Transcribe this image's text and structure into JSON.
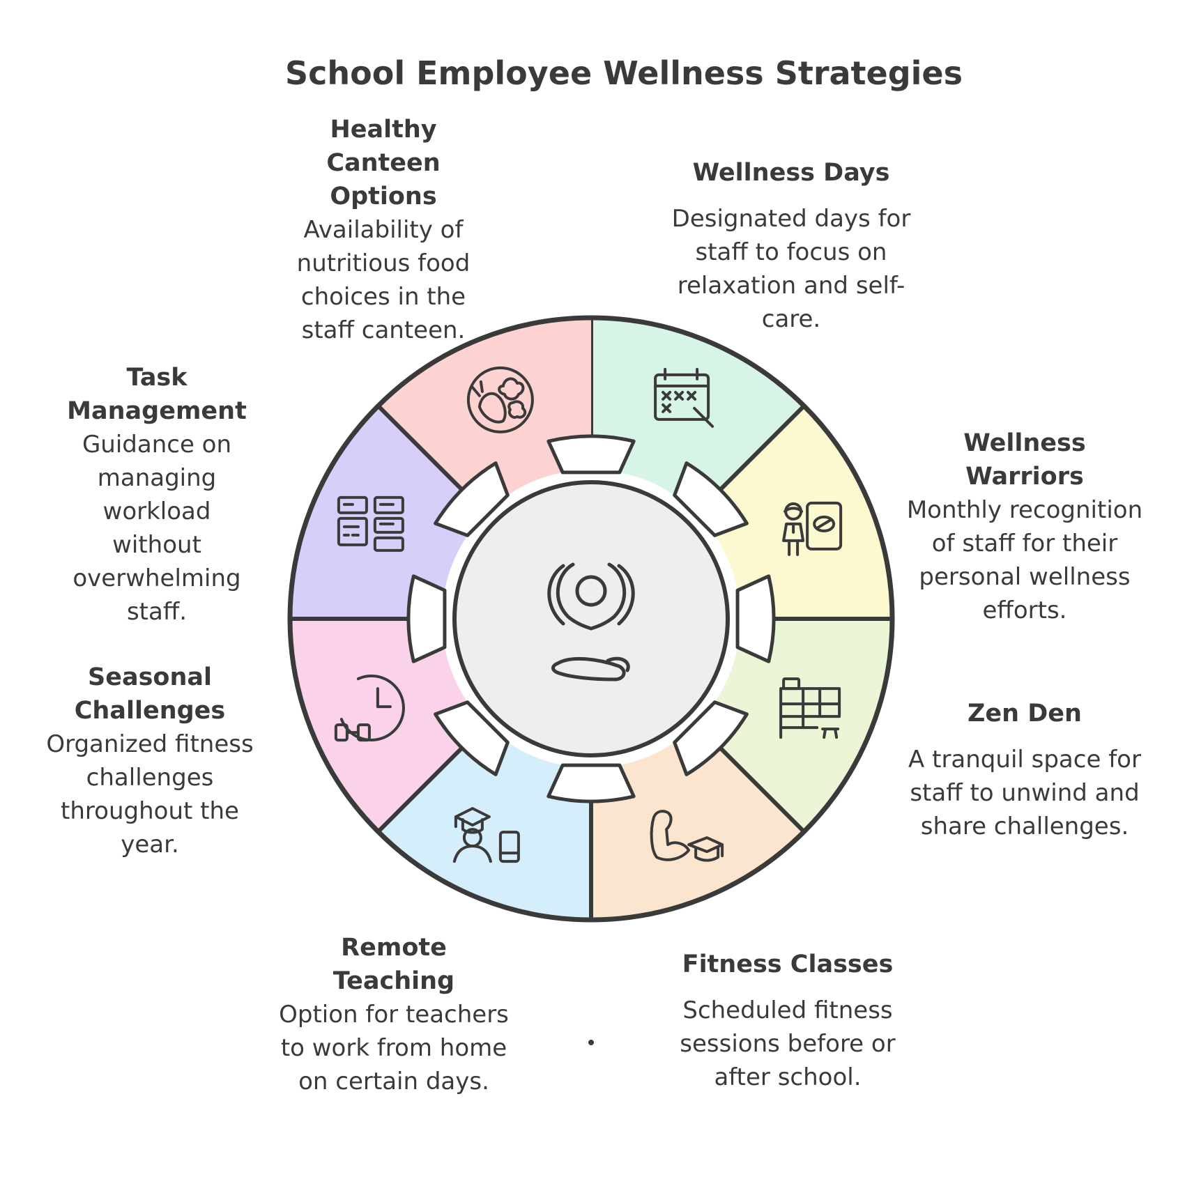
{
  "title": "School Employee Wellness Strategies",
  "segments": [
    {
      "id": "wellness-days",
      "title": "Wellness Days",
      "description": "Designated days for staff to focus on relaxation and self-care.",
      "color": "#d6f5e6",
      "icon": "calendar-icon"
    },
    {
      "id": "wellness-warriors",
      "title": "Wellness Warriors",
      "description": "Monthly recognition of staff for their personal wellness efforts.",
      "color": "#fcf8cf",
      "icon": "award-presenter-icon"
    },
    {
      "id": "zen-den",
      "title": "Zen Den",
      "description": "A tranquil space for staff to unwind and share challenges.",
      "color": "#eaf6d6",
      "icon": "shelves-icon"
    },
    {
      "id": "fitness-classes",
      "title": "Fitness Classes",
      "description": "Scheduled fitness sessions before or after school.",
      "color": "#fce5cf",
      "icon": "flexed-arm-icon"
    },
    {
      "id": "remote-teaching",
      "title": "Remote Teaching",
      "description": "Option for teachers to work from home on certain days.",
      "color": "#d4eefb",
      "icon": "remote-teacher-icon"
    },
    {
      "id": "seasonal-challenges",
      "title": "Seasonal Challenges",
      "description": "Organized fitness challenges throughout the year.",
      "color": "#fad2ea",
      "icon": "timer-dumbbell-icon"
    },
    {
      "id": "task-management",
      "title": "Task Management",
      "description": "Guidance on managing workload without overwhelming staff.",
      "color": "#d7cffa",
      "icon": "task-board-icon"
    },
    {
      "id": "healthy-canteen",
      "title": "Healthy Canteen Options",
      "description": "Availability of nutritious food choices in the staff canteen.",
      "color": "#fcd3d1",
      "icon": "food-plate-icon"
    }
  ],
  "center_icon": "meditation-icon"
}
